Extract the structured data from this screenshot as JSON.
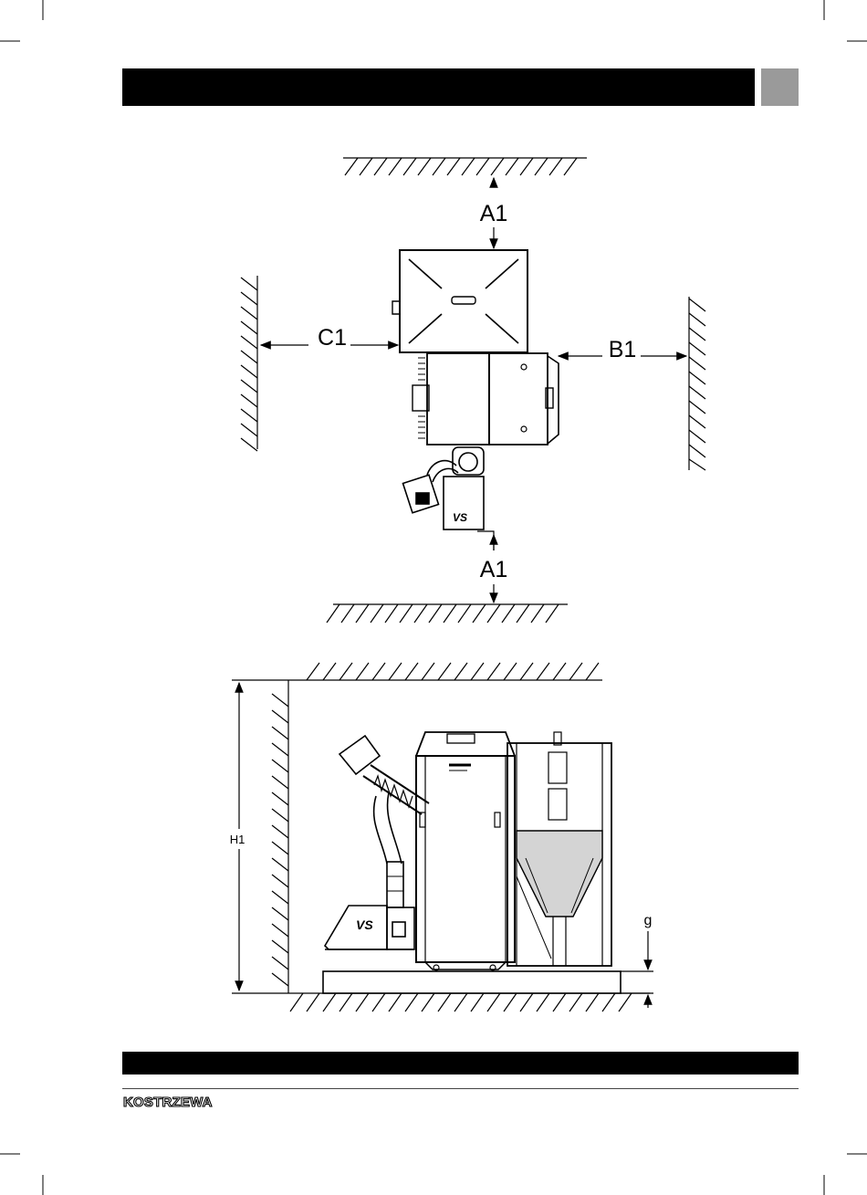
{
  "document": {
    "brand": "KOSTRZEWA"
  },
  "plan_view": {
    "clearance_front_label": "A1",
    "clearance_back_label": "A1",
    "clearance_right_label": "B1",
    "clearance_left_label": "C1",
    "feeder_badge": "VS"
  },
  "side_view": {
    "height_label": "H1",
    "base_label": "g",
    "feeder_badge": "VS"
  },
  "colors": {
    "header_bar": "#000000",
    "header_tab": "#9a9a9a",
    "hopper_fill": "#d4d4d4"
  }
}
